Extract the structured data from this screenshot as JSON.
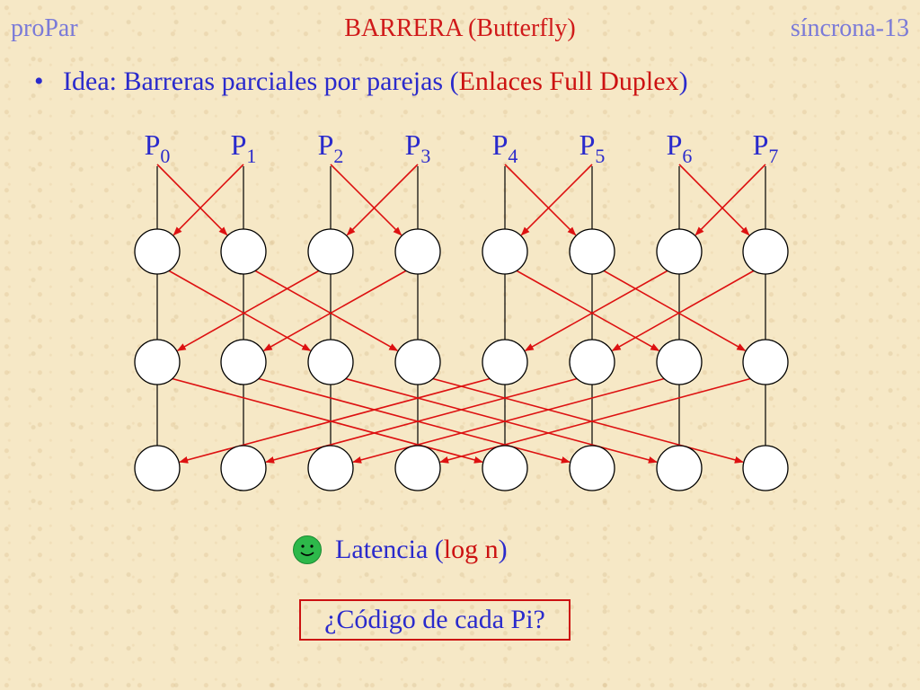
{
  "header": {
    "left": "proPar",
    "center": "BARRERA (Butterfly)",
    "right": "síncrona-13"
  },
  "bullet": {
    "marker": "•",
    "part1": "Idea",
    "part2": ": Barreras parciales por parejas (",
    "part3": "Enlaces Full Duplex",
    "part4": ")"
  },
  "processors": [
    {
      "name": "P",
      "sub": "0"
    },
    {
      "name": "P",
      "sub": "1"
    },
    {
      "name": "P",
      "sub": "2"
    },
    {
      "name": "P",
      "sub": "3"
    },
    {
      "name": "P",
      "sub": "4"
    },
    {
      "name": "P",
      "sub": "5"
    },
    {
      "name": "P",
      "sub": "6"
    },
    {
      "name": "P",
      "sub": "7"
    }
  ],
  "latency": {
    "label": "Latencia (",
    "value": "log n",
    "close": ")",
    "icon": "smiley-face-icon"
  },
  "code_box": {
    "text": "¿Código de cada Pi?"
  },
  "colors": {
    "title_red": "#d01a1a",
    "header_blue": "#7a7ad8",
    "text_blue": "#2a2acc",
    "arrow_red": "#dd1111",
    "smiley_green": "#2db84a"
  }
}
